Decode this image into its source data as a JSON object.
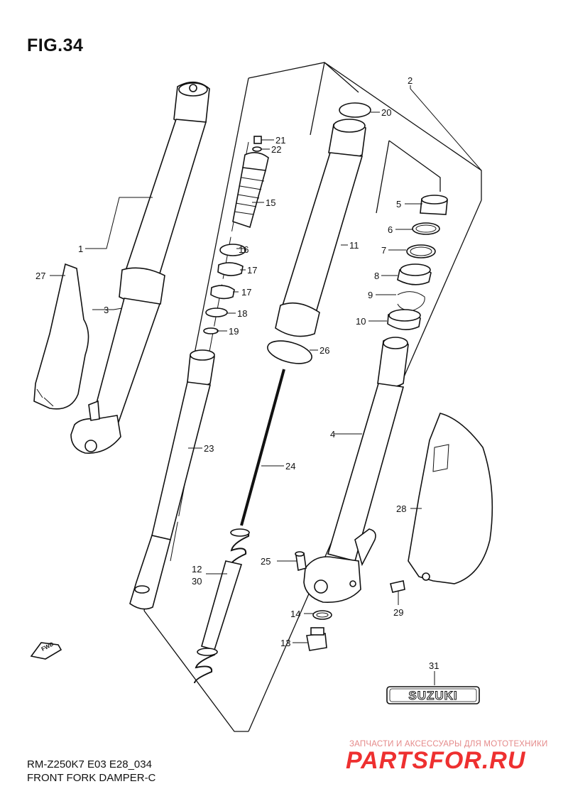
{
  "figure": {
    "title": "FIG.34",
    "model_code": "RM-Z250K7 E03 E28_034",
    "section_name": "FRONT FORK DAMPER-C"
  },
  "callouts": [
    "1",
    "2",
    "3",
    "4",
    "5",
    "6",
    "7",
    "8",
    "9",
    "10",
    "11",
    "12",
    "30",
    "13",
    "14",
    "15",
    "16",
    "17",
    "17",
    "18",
    "19",
    "20",
    "21",
    "22",
    "23",
    "24",
    "25",
    "26",
    "27",
    "28",
    "29",
    "31"
  ],
  "direction_marker": "FWD",
  "brand_badge": "SUZUKI",
  "watermark": {
    "tagline": "ЗАПЧАСТИ И АКСЕССУАРЫ ДЛЯ МОТОТЕХНИКИ",
    "logo": "PARTSFOR.RU"
  }
}
